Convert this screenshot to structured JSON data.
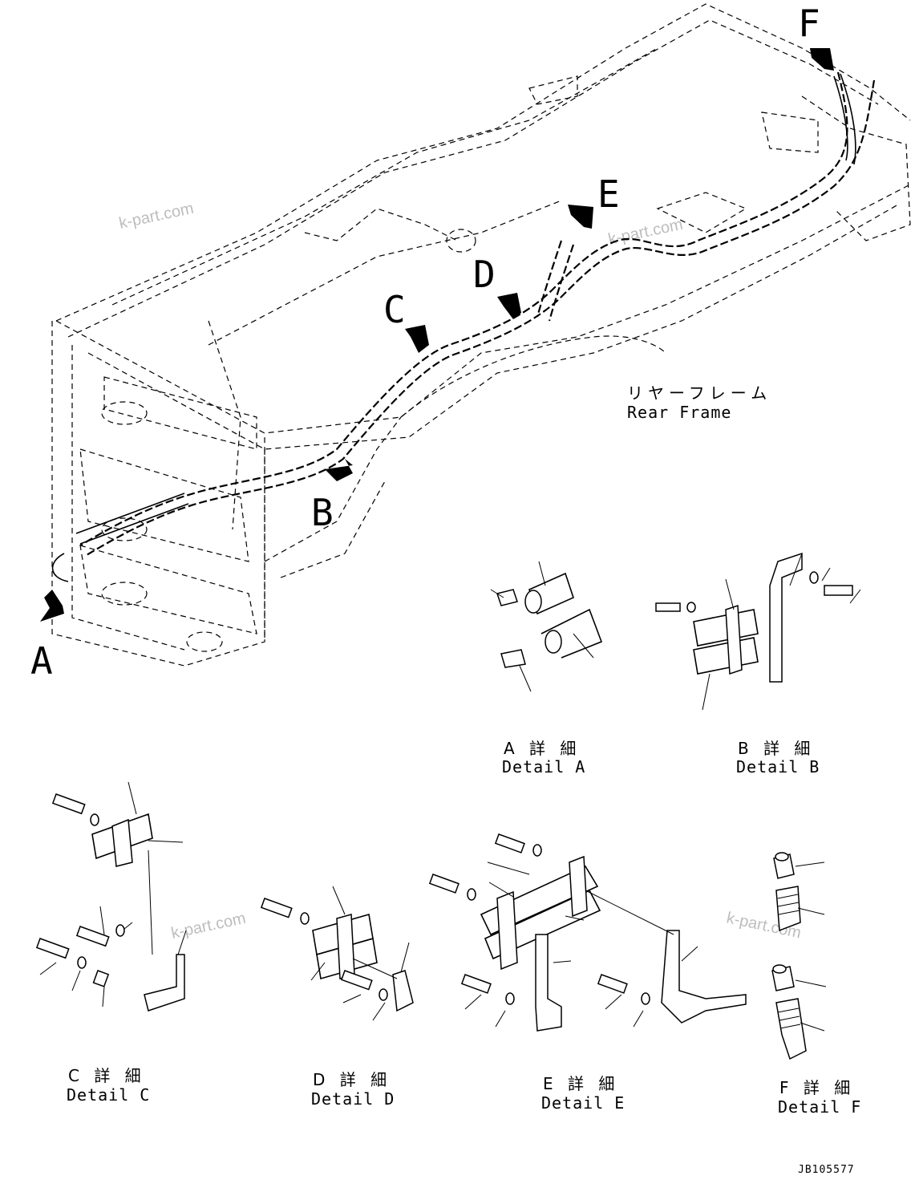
{
  "frame_label": {
    "jp": "リヤーフレーム",
    "en": "Rear Frame"
  },
  "callouts": {
    "a": "A",
    "b": "B",
    "c": "C",
    "d": "D",
    "e": "E",
    "f": "F"
  },
  "details": [
    {
      "jp": "A 詳 細",
      "en": "Detail A"
    },
    {
      "jp": "B 詳 細",
      "en": "Detail B"
    },
    {
      "jp": "C 詳 細",
      "en": "Detail C"
    },
    {
      "jp": "D 詳 細",
      "en": "Detail D"
    },
    {
      "jp": "E 詳 細",
      "en": "Detail E"
    },
    {
      "jp": "F 詳 細",
      "en": "Detail F"
    }
  ],
  "watermarks": [
    "k-part.com",
    "k-part.com",
    "k-part.com",
    "k-part.com"
  ],
  "drawing_code": "JB105577"
}
